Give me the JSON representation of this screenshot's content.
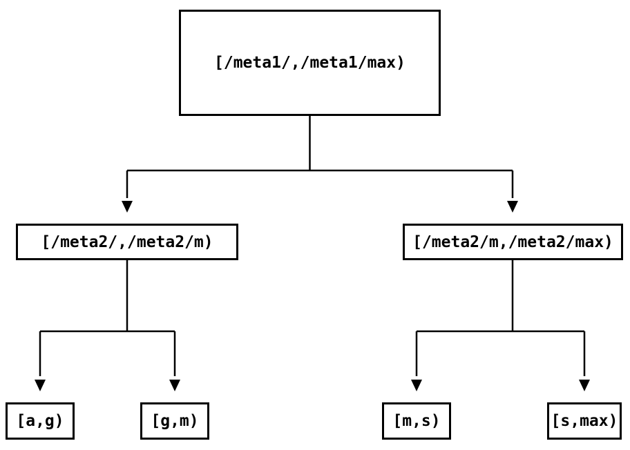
{
  "diagram": {
    "type": "tree",
    "nodes": {
      "root": {
        "label": "[/meta1/,/meta1/max)"
      },
      "left": {
        "label": "[/meta2/,/meta2/m)"
      },
      "right": {
        "label": "[/meta2/m,/meta2/max)"
      },
      "leaf_ag": {
        "label": "[a,g)"
      },
      "leaf_gm": {
        "label": "[g,m)"
      },
      "leaf_ms": {
        "label": "[m,s)"
      },
      "leaf_smax": {
        "label": "[s,max)"
      }
    },
    "edges": [
      {
        "from": "root",
        "to": "left"
      },
      {
        "from": "root",
        "to": "right"
      },
      {
        "from": "left",
        "to": "leaf_ag"
      },
      {
        "from": "left",
        "to": "leaf_gm"
      },
      {
        "from": "right",
        "to": "leaf_ms"
      },
      {
        "from": "right",
        "to": "leaf_smax"
      }
    ],
    "colors": {
      "line": "#000000",
      "text": "#000000",
      "node_fill": "#ffffff",
      "background": "#ffffff"
    }
  }
}
